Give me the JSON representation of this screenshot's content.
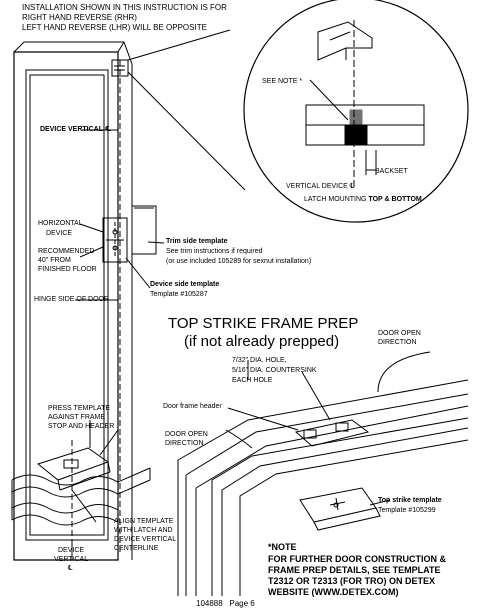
{
  "intro": {
    "line1": "INSTALLATION SHOWN IN THIS INSTRUCTION IS FOR",
    "line2": "RIGHT HAND REVERSE (RHR)",
    "line3": "LEFT HAND REVERSE (LHR) WILL BE OPPOSITE"
  },
  "door_labels": {
    "device_vertical": "DEVICE VERTICAL ℄",
    "horizontal_1": "HORIZONTAL",
    "horizontal_2": "DEVICE",
    "recommended_1": "RECOMMENDED",
    "recommended_2": "40\" FROM",
    "recommended_3": "FINISHED FLOOR",
    "hinge_side": "HINGE SIDE OF DOOR"
  },
  "detail": {
    "see_note": "SEE NOTE *",
    "backset": "BACKSET",
    "vertical_device": "VERTICAL DEVICE ℄",
    "latch_mounting_prefix": "LATCH MOUNTING",
    "latch_mounting_bold": "TOP & BOTTOM"
  },
  "templates": {
    "trim_title": "Trim side template",
    "trim_line1": "See trim instructions if required",
    "trim_line2": "(or use included 105289 for sexnut installation)",
    "device_title": "Device side template",
    "device_number": "Template #105287",
    "strike_title": "Top strike template",
    "strike_number": "Template #105299"
  },
  "strike": {
    "title": "TOP STRIKE FRAME PREP",
    "subtitle": "(if not already prepped)",
    "hole1": "7/32\" DIA. HOLE,",
    "hole2": "5/16\" DIA. COUNTERSINK",
    "hole3": "EACH HOLE",
    "door_open_1": "DOOR OPEN",
    "door_open_2": "DIRECTION",
    "frame_header": "Door frame header",
    "door_open_left_1": "DOOR OPEN",
    "door_open_left_2": "DIRECTION"
  },
  "left_detail": {
    "press_1": "PRESS TEMPLATE",
    "press_2": "AGAINST FRAME",
    "press_3": "STOP AND HEADER",
    "align_1": "ALIGN TEMPLATE",
    "align_2": "WITH LATCH AND",
    "align_3": "DEVICE VERTICAL",
    "align_4": "CENTERLINE",
    "device_1": "DEVICE",
    "device_2": "VERTICAL",
    "device_3": "℄"
  },
  "note": {
    "title": "*NOTE",
    "line1": "FOR FURTHER DOOR CONSTRUCTION &",
    "line2": "FRAME PREP DETAILS, SEE TEMPLATE",
    "line3": "T2312 OR T2313 (FOR TRO) ON DETEX",
    "line4": "WEBSITE (WWW.DETEX.COM)"
  },
  "footer": {
    "doc_number": "104888",
    "page": "Page 6"
  }
}
